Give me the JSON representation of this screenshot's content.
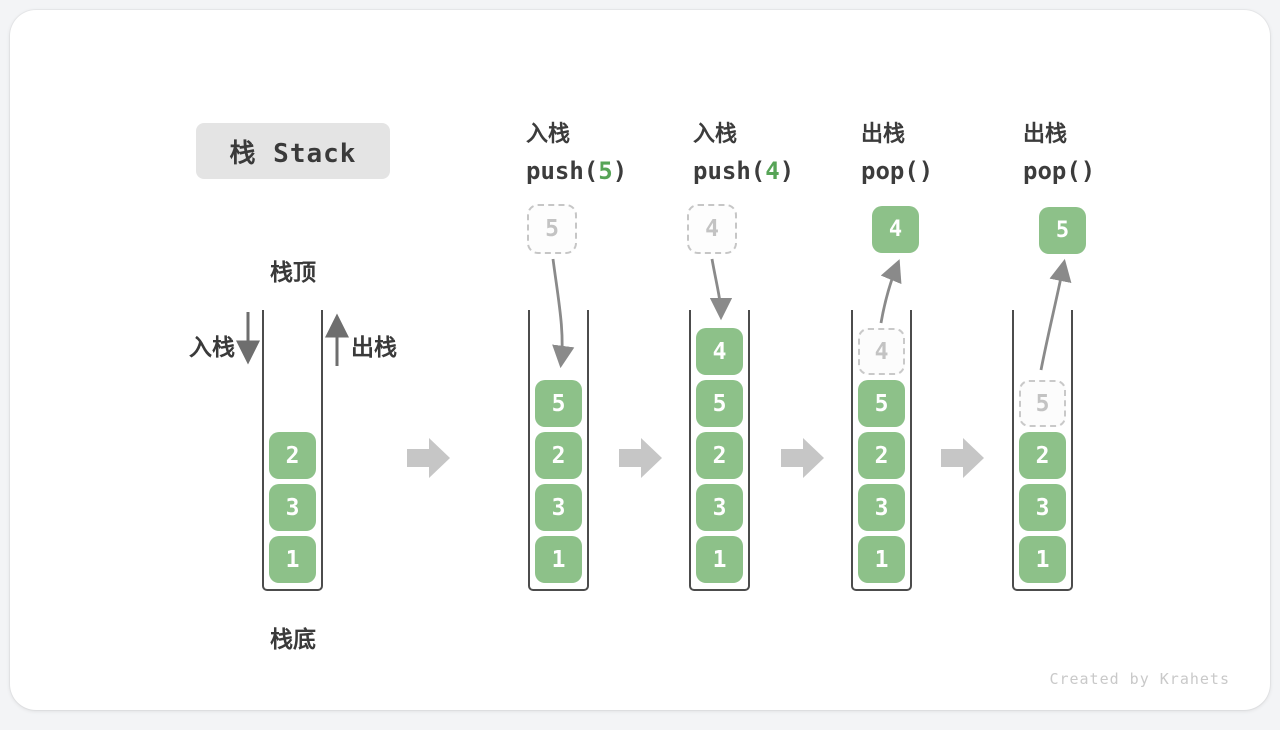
{
  "title": {
    "label": "栈 Stack"
  },
  "stack1_labels": {
    "top": "栈顶",
    "bottom": "栈底",
    "push": "入栈",
    "pop": "出栈"
  },
  "operations": [
    {
      "name": "入栈",
      "code_pre": "push(",
      "code_arg": "5",
      "code_post": ")"
    },
    {
      "name": "入栈",
      "code_pre": "push(",
      "code_arg": "4",
      "code_post": ")"
    },
    {
      "name": "出栈",
      "code_pre": "pop(",
      "code_arg": "",
      "code_post": ")"
    },
    {
      "name": "出栈",
      "code_pre": "pop(",
      "code_arg": "",
      "code_post": ")"
    }
  ],
  "stacks": [
    {
      "state": "initial",
      "blocks": [
        "2",
        "3",
        "1"
      ]
    },
    {
      "state": "after push(5)",
      "incoming": "5",
      "blocks": [
        "5",
        "2",
        "3",
        "1"
      ]
    },
    {
      "state": "after push(4)",
      "incoming": "4",
      "blocks": [
        "4",
        "5",
        "2",
        "3",
        "1"
      ]
    },
    {
      "state": "after pop() -> 4",
      "outgoing": "4",
      "ghost": "4",
      "blocks": [
        "5",
        "2",
        "3",
        "1"
      ]
    },
    {
      "state": "after pop() -> 5",
      "outgoing": "5",
      "ghost": "5",
      "blocks": [
        "2",
        "3",
        "1"
      ]
    }
  ],
  "watermark": "Created by Krahets",
  "colors": {
    "block_green": "#8dc189",
    "code_arg_green": "#57a457",
    "ghost_gray": "#c6c6c6",
    "label_dark": "#3c3c3c",
    "wall_dark": "#4c4c4c",
    "curved_arrow_gray": "#8a8a8a",
    "chevron_gray": "#c6c6c6",
    "title_bg": "#e4e4e4"
  }
}
